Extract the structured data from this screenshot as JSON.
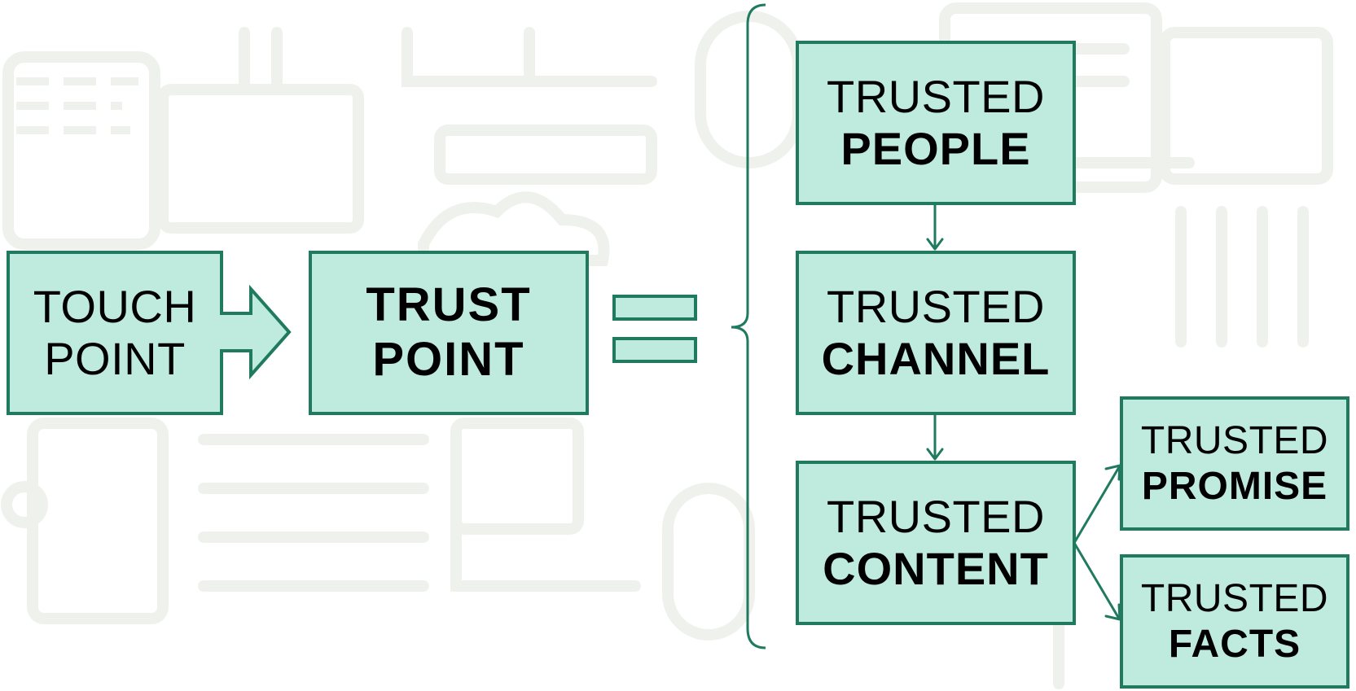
{
  "colors": {
    "box_fill": "#bfeade",
    "box_stroke": "#1f7a5f",
    "text": "#000000",
    "background": "#ffffff",
    "watermark": "#f1f3ef"
  },
  "touch_point": {
    "line1": "TOUCH",
    "line2": "POINT"
  },
  "trust_point": {
    "line1": "TRUST",
    "line2": "POINT"
  },
  "equals_sign": "=",
  "trusted_people": {
    "line1": "TRUSTED",
    "line2": "PEOPLE"
  },
  "trusted_channel": {
    "line1": "TRUSTED",
    "line2": "CHANNEL"
  },
  "trusted_content": {
    "line1": "TRUSTED",
    "line2": "CONTENT"
  },
  "trusted_promise": {
    "line1": "TRUSTED",
    "line2": "PROMISE"
  },
  "trusted_facts": {
    "line1": "TRUSTED",
    "line2": "FACTS"
  }
}
